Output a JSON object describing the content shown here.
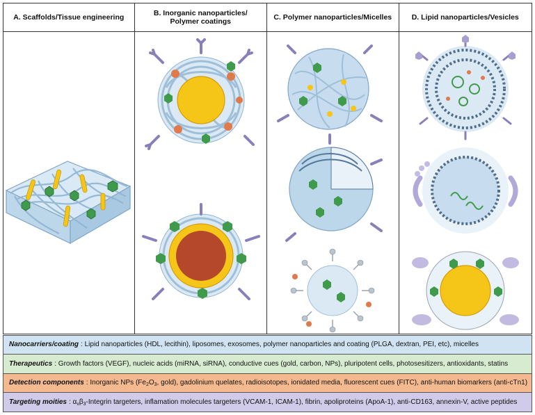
{
  "panels": {
    "a": {
      "title": "A. Scaffolds/Tissue engineering"
    },
    "b": {
      "title_line1": "B. Inorganic nanoparticles/",
      "title_line2": "Polymer coatings"
    },
    "c": {
      "title": "C. Polymer nanoparticles/Micelles"
    },
    "d": {
      "title": "D. Lipid nanoparticles/Vesicles"
    }
  },
  "legend": {
    "nanocarriers": {
      "key": "Nanocarriers/coating",
      "text": ": Lipid nanoparticles (HDL, lecithin), liposomes, exosomes, polymer nanoparticles and coating (PLGA, dextran, PEI, etc), micelles"
    },
    "therapeutics": {
      "key": "Therapeutics",
      "text": ": Growth factors (VEGF), nucleic acids (miRNA, siRNA), conductive cues (gold, carbon, NPs), pluripotent cells, photosesitizers, antioxidants, statins"
    },
    "detection": {
      "key": "Detection components",
      "text_a": ": Inorganic NPs (Fe",
      "sub1": "2",
      "text_b": "O",
      "sub2": "3",
      "text_c": ", gold), gadolinium quelates, radioisotopes, ionidated media, fluorescent cues (FITC), anti-human biomarkers (anti-cTn1)"
    },
    "targeting": {
      "key": "Targeting moities",
      "text_a": ": α",
      "sub1": "v",
      "text_b": "β",
      "sub2": "3",
      "text_c": "-Integrin targeters, inflamation molecules targeters (VCAM-1, ICAM-1), fibrin, apoliproteins (ApoA-1), anti-CD163, annexin-V, active peptides"
    }
  },
  "colors": {
    "nanocarriers_bg": "#cfe3f2",
    "therapeutics_bg": "#d6ebcf",
    "detection_bg": "#f4b98f",
    "targeting_bg": "#cfcbe8",
    "gold": "#f5c518",
    "green_hex": "#3f9b4b",
    "orange_dot": "#e07a4a",
    "purple_ab": "#8a7fb8",
    "blue_mesh": "#9fc3df"
  }
}
